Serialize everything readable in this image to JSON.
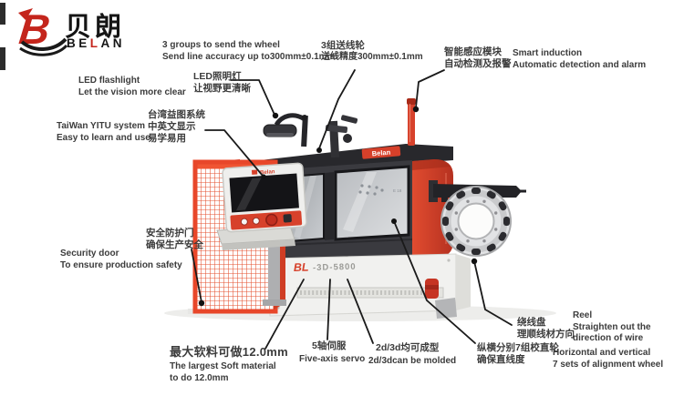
{
  "logo": {
    "cn": "贝朗",
    "en_pre": "BE",
    "en_mid": "L",
    "en_post": "AN"
  },
  "machine": {
    "model_prefix": "BL",
    "model_suffix": "-3D-5800",
    "roof_badge": "Belan",
    "panel_badge": "Belan",
    "window_mark": "E 18"
  },
  "annotations": {
    "send_wheel_en1": "3 groups to send the wheel",
    "send_wheel_en2": "Send line accuracy up to300mm±0.1mm",
    "send_wheel_cn1": "3组送线轮",
    "send_wheel_cn2": "送线精度300mm±0.1mm",
    "smart_cn1": "智能感应模块",
    "smart_cn2": "自动检测及报警",
    "smart_en1": "Smart induction",
    "smart_en2": "Automatic detection and alarm",
    "led_cn1": "LED照明灯",
    "led_cn2": "让视野更清晰",
    "led_en1": "LED flashlight",
    "led_en2": "Let the vision more clear",
    "yitu_cn1": "台湾益图系统",
    "yitu_cn2": "中英文显示",
    "yitu_cn3": "易学易用",
    "yitu_en1": "TaiWan YITU system",
    "yitu_en2": "Easy to learn and use",
    "door_cn1": "安全防护门",
    "door_cn2": "确保生产安全",
    "door_en1": "Security door",
    "door_en2": "To ensure production safety",
    "max_cn1": "最大软料可做12.0mm",
    "max_en1": "The largest Soft material",
    "max_en2": "to do 12.0mm",
    "servo_cn1": "5轴伺服",
    "servo_en1": "Five-axis servo",
    "mold_cn1": "2d/3d均可成型",
    "mold_en1": "2d/3dcan be molded",
    "align_cn1": "纵横分别7组校直轮",
    "align_cn2": "确保直线度",
    "align_en1": "Horizontal and vertical",
    "align_en2": "7 sets of alignment wheel",
    "reel_cn1": "绕线盘",
    "reel_cn2": "理顺线材方向",
    "reel_en1": "Reel",
    "reel_en2": "Straighten out the",
    "reel_en3": "direction of wire"
  },
  "colors": {
    "brand_red": "#c4251c",
    "machine_red": "#d6402a",
    "fence_red": "#e8472a",
    "text_gray": "#3c3c3c"
  }
}
